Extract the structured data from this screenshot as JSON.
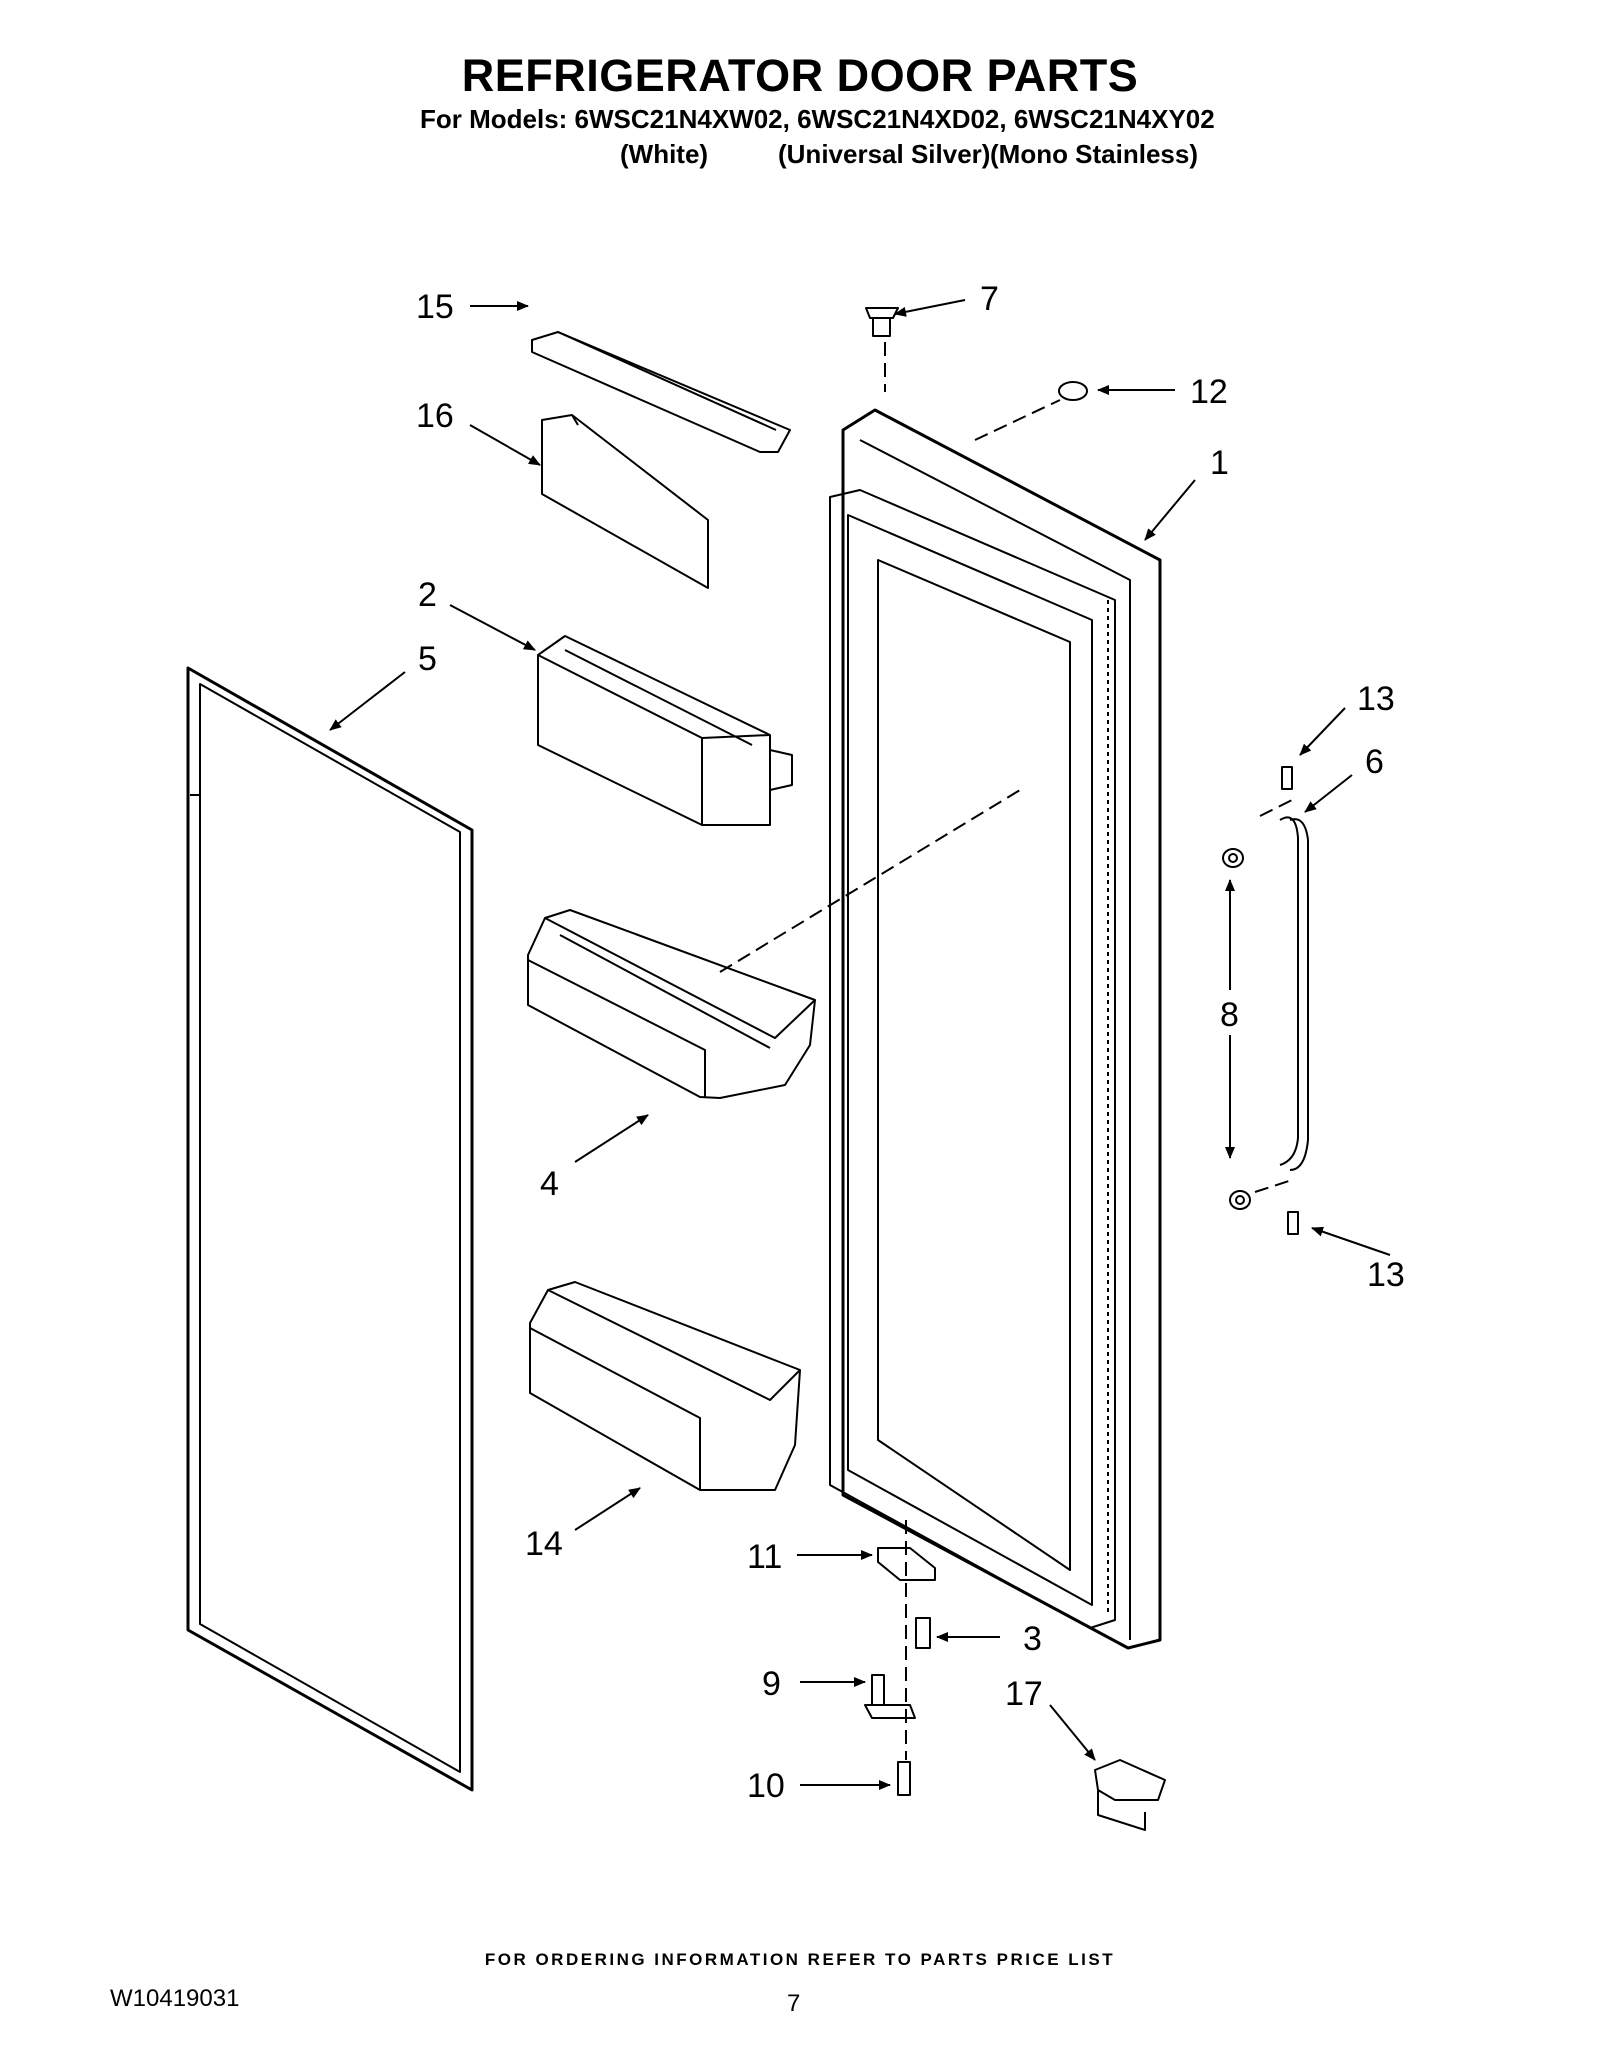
{
  "header": {
    "title": "REFRIGERATOR DOOR PARTS",
    "models_line": "For Models: 6WSC21N4XW02, 6WSC21N4XD02, 6WSC21N4XY02",
    "color_white": "(White)",
    "color_silver": "(Universal Silver)",
    "color_stainless": "(Mono Stainless)"
  },
  "callouts": {
    "c1": "1",
    "c2": "2",
    "c3": "3",
    "c4": "4",
    "c5": "5",
    "c6": "6",
    "c7": "7",
    "c8": "8",
    "c9": "9",
    "c10": "10",
    "c11": "11",
    "c12": "12",
    "c13a": "13",
    "c13b": "13",
    "c14": "14",
    "c15": "15",
    "c16": "16",
    "c17": "17"
  },
  "footer": {
    "note": "FOR ORDERING INFORMATION REFER TO PARTS PRICE LIST",
    "doc_number": "W10419031",
    "page_number": "7"
  }
}
